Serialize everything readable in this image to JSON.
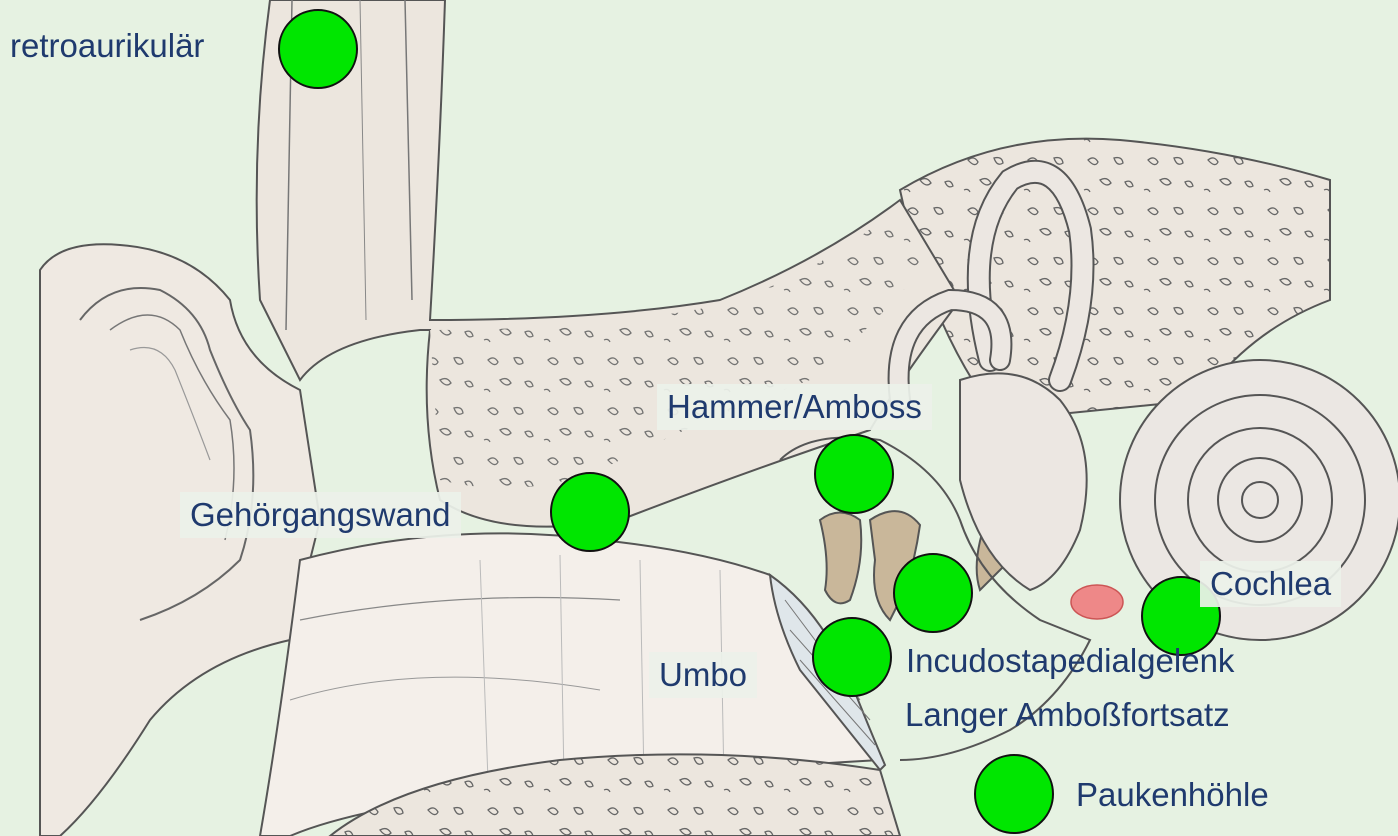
{
  "colors": {
    "background": "#e6f2e2",
    "bone": "#ede7df",
    "tissue": "#f2ece7",
    "outline": "#555555",
    "marker": "#00e600",
    "label_text": "#1f3a6e",
    "round_window": "#ee8888"
  },
  "labels": {
    "retroaurikulaer": "retroaurikulär",
    "hammer_amboss": "Hammer/Amboss",
    "gehoergangswand": "Gehörgangswand",
    "cochlea": "Cochlea",
    "umbo": "Umbo",
    "incudostapedialgelenk": "Incudostapedialgelenk",
    "langer_ambossfortsatz": "Langer Amboßfortsatz",
    "paukenhoehle": "Paukenhöhle"
  }
}
